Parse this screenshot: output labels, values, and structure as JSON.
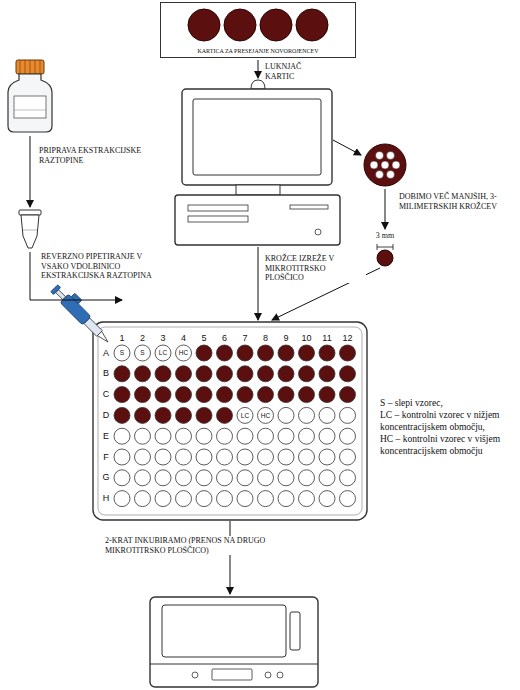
{
  "diagram": {
    "nodes": [
      {
        "text": [
          "KARTICA ZA PRESEJANJE NOVOROJENCEV"
        ]
      }
    ],
    "labels": [
      "LUKNJAČ KARTIC",
      "PRIPRAVA EKSTRAKCIJSKE RAZTOPINE",
      "REVERZNO PIPETIRANJE V VSAKO VDOLBINICO EKSTRAKCIJSKA RAZTOPINA",
      "DOBIMO VEČ MANJŠIH, 3-MILIMETRSKIH KROŽCEV",
      "3 mm",
      "KROŽCE IZREŽE V MIKROTITRSKO PLOŠČICO",
      "1",
      "2",
      "3",
      "4",
      "5",
      "6",
      "7",
      "8",
      "9",
      "10",
      "11",
      "12",
      "A",
      "B",
      "C",
      "D",
      "E",
      "F",
      "G",
      "H",
      "S",
      "S",
      "LC",
      "HC",
      "LC",
      "HC",
      "S – slepi vzorec,",
      "LC – kontrolni vzorec v nižjem koncentracijskem območju,",
      "HC – kontrolni vzorec v višjem koncentracijskem območju",
      "2-KRAT INKUBIRAMO (PRENOS NA DRUGO MIKROTITRSKO PLOŠČICO)"
    ]
  }
}
